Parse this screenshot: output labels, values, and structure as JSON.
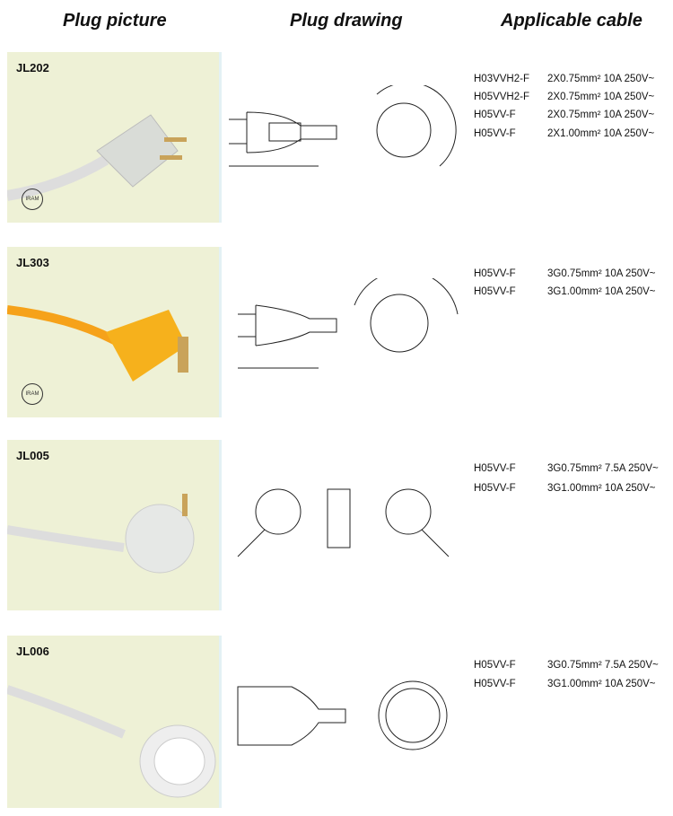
{
  "headers": {
    "picture": "Plug picture",
    "drawing": "Plug drawing",
    "cable": "Applicable cable"
  },
  "rows": [
    {
      "model": "JL202",
      "iram": "IRAM",
      "plug_color": "#d9dcd7",
      "cables": [
        {
          "type": "H03VVH2-F",
          "spec": "2X0.75mm²",
          "rating": "10A 250V~"
        },
        {
          "type": "H05VVH2-F",
          "spec": "2X0.75mm²",
          "rating": "10A 250V~"
        },
        {
          "type": "H05VV-F",
          "spec": "2X0.75mm²",
          "rating": "10A 250V~"
        },
        {
          "type": "H05VV-F",
          "spec": "2X1.00mm²",
          "rating": "10A 250V~"
        }
      ]
    },
    {
      "model": "JL303",
      "iram": "IRAM",
      "plug_color": "#f6b11c",
      "cables": [
        {
          "type": "H05VV-F",
          "spec": "3G0.75mm²",
          "rating": "10A 250V~"
        },
        {
          "type": "H05VV-F",
          "spec": "3G1.00mm²",
          "rating": "10A 250V~"
        }
      ]
    },
    {
      "model": "JL005",
      "plug_color": "#e6e8e6",
      "cables": [
        {
          "type": "H05VV-F",
          "spec": "3G0.75mm²",
          "rating": "7.5A 250V~"
        },
        {
          "type": "H05VV-F",
          "spec": "3G1.00mm²",
          "rating": "10A 250V~"
        }
      ]
    },
    {
      "model": "JL006",
      "plug_color": "#eeeeee",
      "cables": [
        {
          "type": "H05VV-F",
          "spec": "3G0.75mm²",
          "rating": "7.5A 250V~"
        },
        {
          "type": "H05VV-F",
          "spec": "3G1.00mm²",
          "rating": "10A 250V~"
        }
      ]
    }
  ]
}
